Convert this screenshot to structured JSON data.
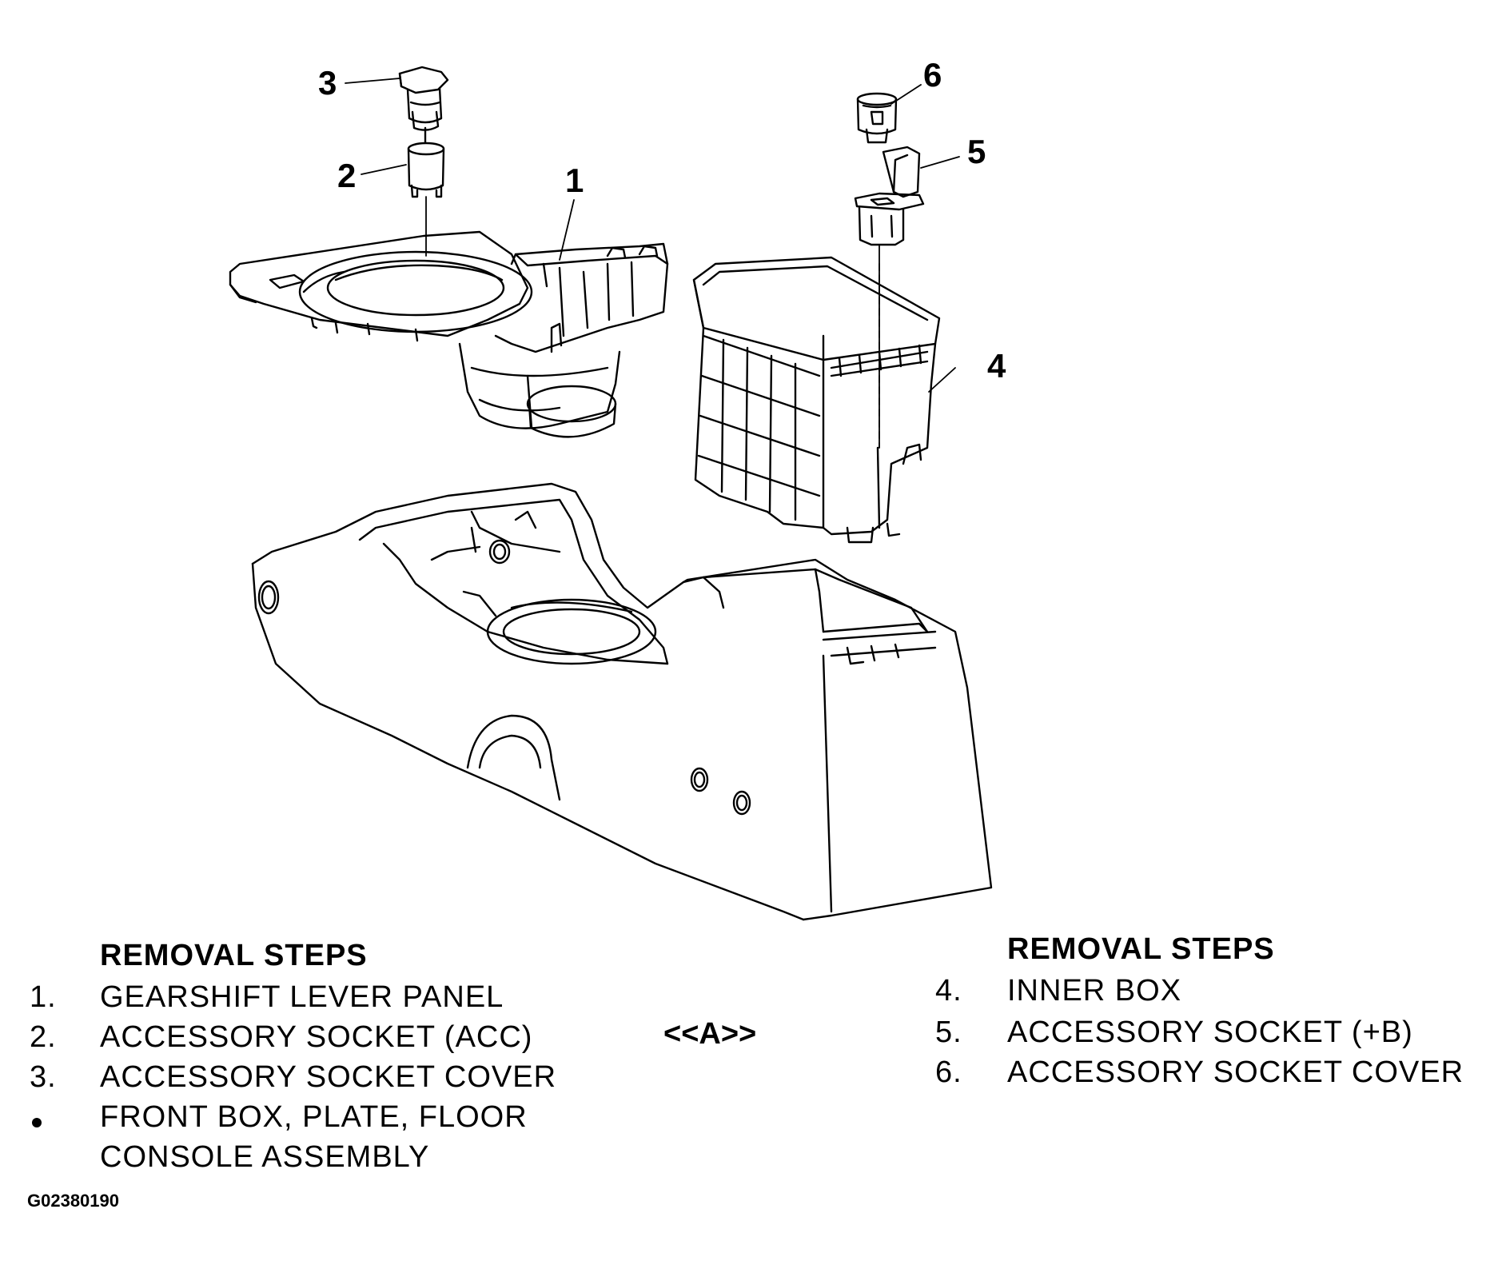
{
  "callouts": {
    "c1": "1",
    "c2": "2",
    "c3": "3",
    "c4": "4",
    "c5": "5",
    "c6": "6"
  },
  "left_list": {
    "heading": "REMOVAL STEPS",
    "items": [
      {
        "num": "1.",
        "label": "GEARSHIFT LEVER PANEL"
      },
      {
        "num": "2.",
        "label": "ACCESSORY SOCKET (ACC)"
      },
      {
        "num": "3.",
        "label": "ACCESSORY SOCKET COVER"
      },
      {
        "num": "",
        "label": "FRONT BOX, PLATE, FLOOR",
        "label2": "CONSOLE ASSEMBLY"
      }
    ]
  },
  "reference_mark": "<<A>>",
  "right_list": {
    "heading": "REMOVAL STEPS",
    "items": [
      {
        "num": "4.",
        "label": "INNER BOX"
      },
      {
        "num": "5.",
        "label": "ACCESSORY SOCKET (+B)"
      },
      {
        "num": "6.",
        "label": "ACCESSORY SOCKET COVER"
      }
    ]
  },
  "figure_id": "G02380190"
}
